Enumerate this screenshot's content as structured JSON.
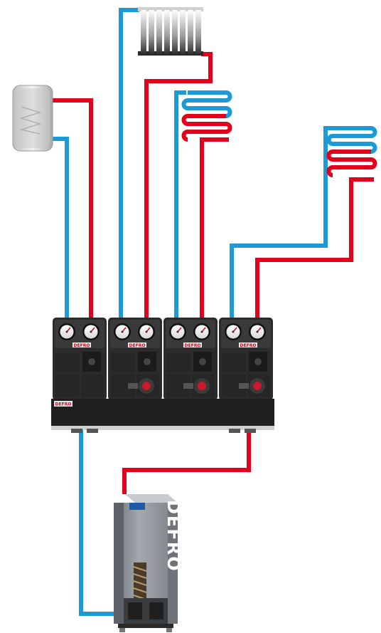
{
  "brand": {
    "logo_text": "DEFRO",
    "module_logo_text": "DEFRO",
    "manifold_label": "DEFRO",
    "boiler_logo_text": "DEFRO"
  },
  "colors": {
    "supply_pipe": "#e3001b",
    "return_pipe": "#1d9ad6",
    "module_body": "#2b2b2b",
    "manifold_body": "#1f1f1f",
    "boiler_body": "#8f949a",
    "background": "#ffffff"
  },
  "components": {
    "tank": {
      "icon": "water-tank-icon"
    },
    "radiator": {
      "icon": "radiator-icon"
    },
    "coil_1": {
      "icon": "floor-heating-coil-icon"
    },
    "coil_2": {
      "icon": "floor-heating-coil-icon"
    },
    "modules": [
      {
        "icon": "pump-group-module-icon",
        "has_pump": false
      },
      {
        "icon": "pump-group-module-icon",
        "has_pump": true
      },
      {
        "icon": "pump-group-module-icon",
        "has_pump": true
      },
      {
        "icon": "pump-group-module-icon",
        "has_pump": true
      }
    ],
    "boiler": {
      "icon": "pellet-boiler-icon"
    }
  }
}
